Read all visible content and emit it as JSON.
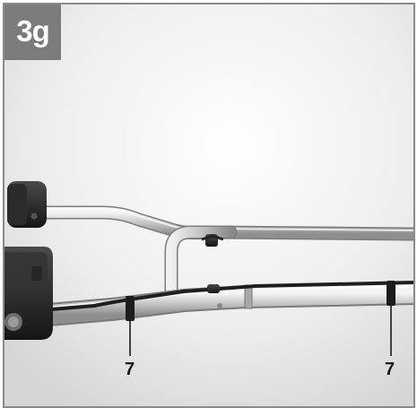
{
  "figure": {
    "step_label": "3g",
    "callouts": [
      {
        "label": "7"
      },
      {
        "label": "7"
      }
    ]
  }
}
